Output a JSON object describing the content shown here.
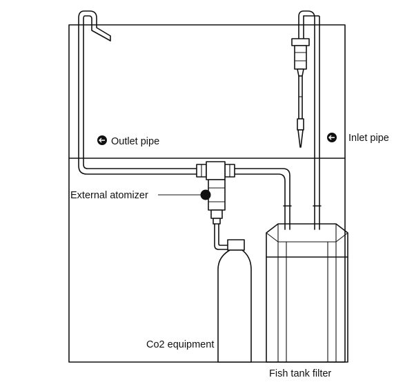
{
  "labels": {
    "outlet_pipe": "Outlet pipe",
    "inlet_pipe": "Inlet pipe",
    "external_atomizer": "External atomizer",
    "co2_equipment": "Co2 equipment",
    "fish_tank_filter": "Fish tank filter"
  },
  "colors": {
    "stroke": "#111111",
    "background": "#ffffff",
    "marker": "#111111"
  },
  "icons": {
    "outlet_marker": "direction-arrow-icon",
    "inlet_marker": "direction-arrow-icon",
    "atomizer_marker": "filled-dot-icon"
  }
}
